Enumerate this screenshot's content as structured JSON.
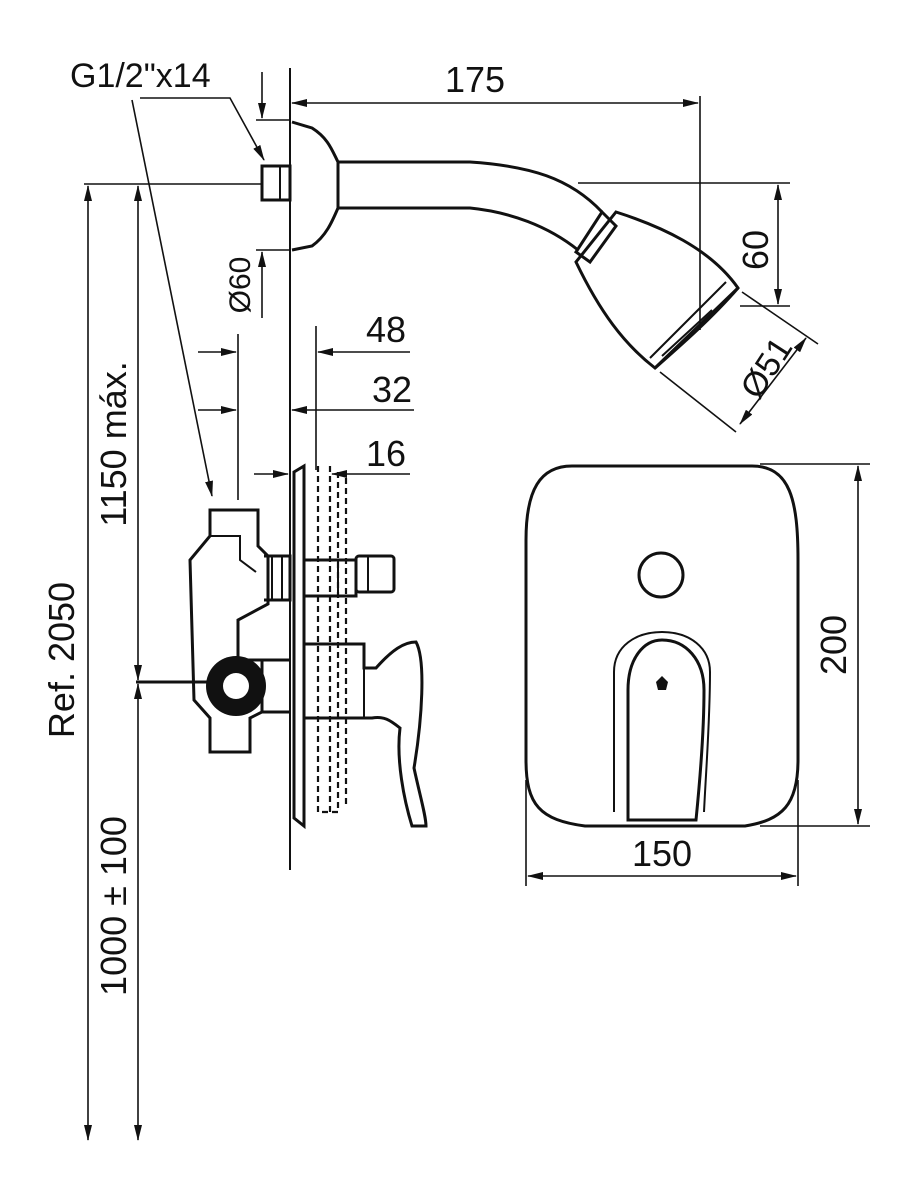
{
  "title": "Shower set technical drawing",
  "dimensions": {
    "thread": "G1/2\"x14",
    "arm_reach": "175",
    "escutcheon_diameter": "Ø60",
    "head_height": "60",
    "head_diameter": "Ø51",
    "depth_48": "48",
    "depth_32": "32",
    "depth_16": "16",
    "max_height": "1150 máx.",
    "reference_height": "Ref. 2050",
    "valve_height": "1000 ± 100",
    "plate_height": "200",
    "plate_width": "150"
  },
  "colors": {
    "ink": "#111111",
    "paper": "#ffffff"
  }
}
